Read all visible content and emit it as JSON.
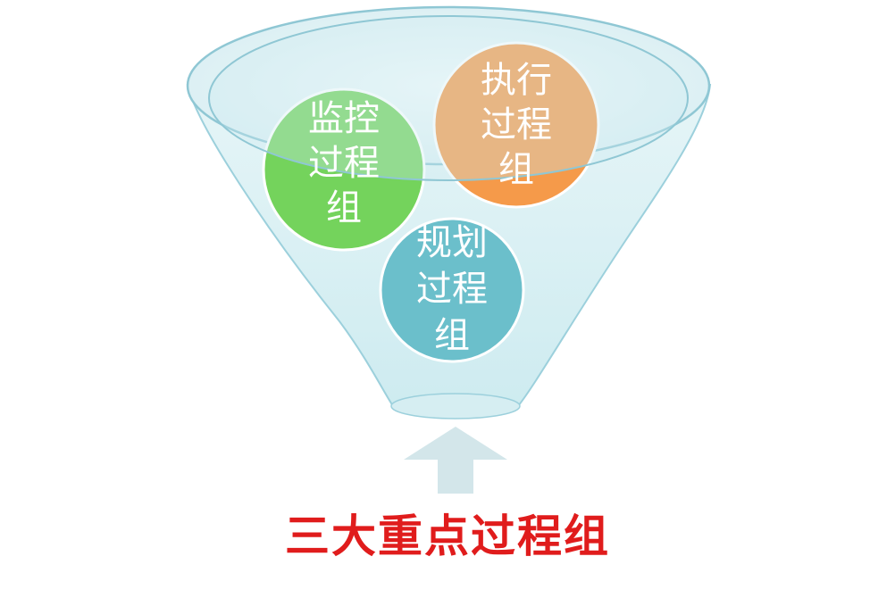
{
  "diagram": {
    "circles": [
      {
        "id": "monitor",
        "lines": [
          "监控",
          "过程",
          "组"
        ],
        "color": "#74d35c",
        "text_color": "#ffffff"
      },
      {
        "id": "execute",
        "lines": [
          "执行",
          "过程",
          "组"
        ],
        "color": "#f59a4a",
        "text_color": "#ffffff"
      },
      {
        "id": "plan",
        "lines": [
          "规划",
          "过程",
          "组"
        ],
        "color": "#6bbfcb",
        "text_color": "#ffffff"
      }
    ],
    "caption": "三大重点过程组",
    "colors": {
      "funnel_fill": "#dff1f4",
      "funnel_stroke": "#9cd0dc",
      "arrow": "#d3e6ea",
      "caption": "#e01c1c"
    },
    "arrow_icon": "up-arrow-icon",
    "funnel_icon": "funnel-icon"
  }
}
